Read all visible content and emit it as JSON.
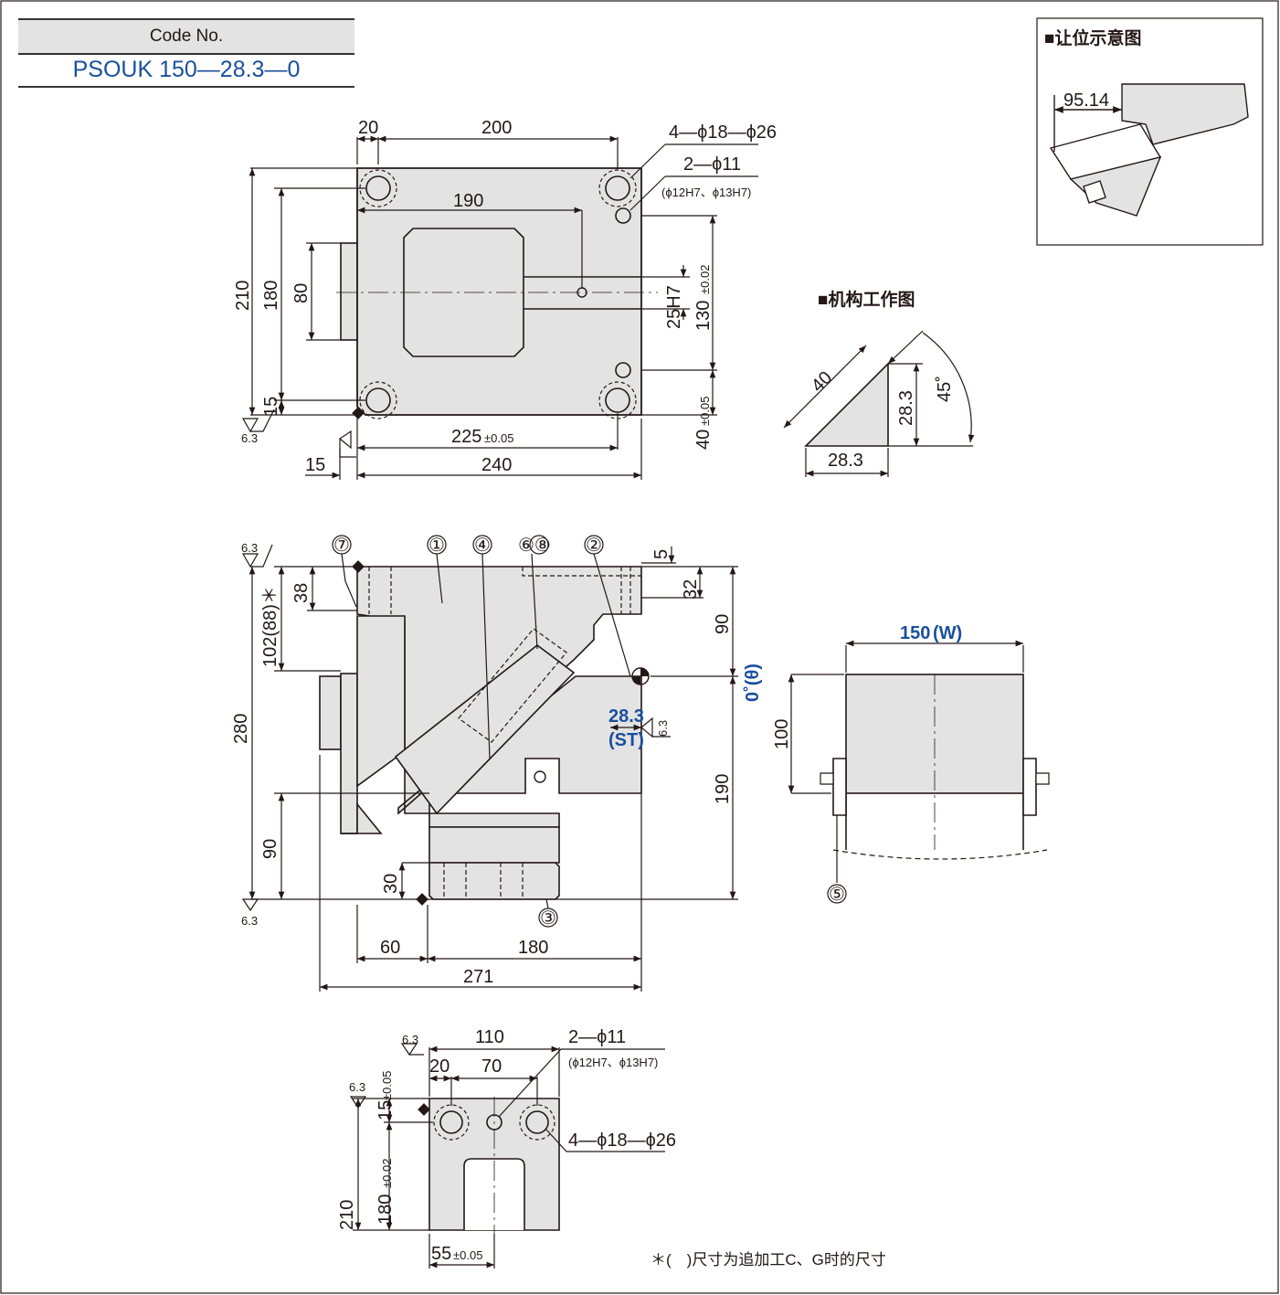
{
  "code_header": "Code No.",
  "code_value": "PSOUK 150—28.3—0",
  "section_titles": {
    "clearance": "■让位示意图",
    "mechanism": "■机构工作图"
  },
  "top_view": {
    "w20": "20",
    "w200": "200",
    "w190": "190",
    "w225": "225",
    "w240": "240",
    "w15": "15",
    "h210": "210",
    "h180": "180",
    "h80": "80",
    "h15": "15",
    "h25": "25H7",
    "h130": "130",
    "h40": "40",
    "tol005": "±0.05",
    "tol002": "±0.02",
    "holes4": "4—ϕ18—ϕ26",
    "holes2": "2—ϕ11",
    "holes2_fit": "(ϕ12H7、ϕ13H7)",
    "rough": "6.3"
  },
  "clearance_view": {
    "dist": "95.14"
  },
  "mechanism_view": {
    "hyp": "40",
    "leg_v": "28.3",
    "leg_h": "28.3",
    "angle": "45˚"
  },
  "front_view": {
    "d5": "5",
    "d32": "32",
    "d38": "38",
    "d102": "102(88)＊",
    "d280": "280",
    "d90_top": "90",
    "d190": "190",
    "d90_bot": "90",
    "d30": "30",
    "d60": "60",
    "d180": "180",
    "d271": "271",
    "stroke": "28.3",
    "stroke_label": "(ST)",
    "angle": "0˚(θ)",
    "parts": [
      "⑦",
      "①",
      "④",
      "⑥⑧",
      "②",
      "③"
    ]
  },
  "side_view": {
    "width": "150",
    "width_label": "(W)",
    "h100": "100",
    "part": "⑤"
  },
  "bottom_view": {
    "w110": "110",
    "w20": "20",
    "w70": "70",
    "h15": "15",
    "h180": "180",
    "h210": "210",
    "w55": "55",
    "holes2": "2—ϕ11",
    "holes2_fit": "(ϕ12H7、ϕ13H7)",
    "holes4": "4—ϕ18—ϕ26"
  },
  "footnote": "＊(　)尺寸为追加工C、G时的尺寸",
  "colors": {
    "ink": "#231815",
    "accent": "#1a4f9c",
    "fill": "#e3e3e3"
  }
}
